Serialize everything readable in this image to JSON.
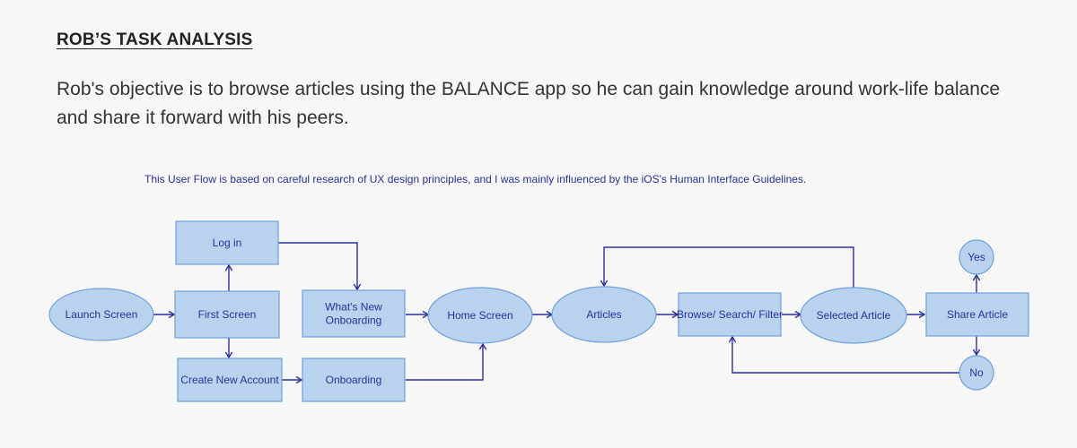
{
  "header": {
    "title": "ROB’S TASK ANALYSIS",
    "objective": "Rob's objective is to browse articles using the BALANCE app so he can gain knowledge around work-life balance and share it forward with his peers."
  },
  "diagram": {
    "note": "This User Flow is based on careful research of UX design principles, and I was mainly influenced by the iOS's Human Interface Guidelines.",
    "colors": {
      "fill": "#b9d3ee",
      "stroke": "#6fa1dc",
      "text": "#2b2f9a",
      "edge": "#2b2f9a"
    },
    "nodes": [
      {
        "id": "launch",
        "shape": "ellipse",
        "label": [
          "Launch Screen"
        ]
      },
      {
        "id": "first",
        "shape": "rect",
        "label": [
          "First Screen"
        ]
      },
      {
        "id": "login",
        "shape": "rect",
        "label": [
          "Log in"
        ]
      },
      {
        "id": "create",
        "shape": "rect",
        "label": [
          "Create New Account"
        ]
      },
      {
        "id": "whatsnew",
        "shape": "rect",
        "label": [
          "What's New",
          "Onboarding"
        ]
      },
      {
        "id": "onboarding",
        "shape": "rect",
        "label": [
          "Onboarding"
        ]
      },
      {
        "id": "home",
        "shape": "ellipse",
        "label": [
          "Home Screen"
        ]
      },
      {
        "id": "articles",
        "shape": "ellipse",
        "label": [
          "Articles"
        ]
      },
      {
        "id": "browse",
        "shape": "rect",
        "label": [
          "Browse/ Search/ Filter"
        ]
      },
      {
        "id": "selected",
        "shape": "ellipse",
        "label": [
          "Selected Article"
        ]
      },
      {
        "id": "share",
        "shape": "rect",
        "label": [
          "Share Article"
        ]
      },
      {
        "id": "yes",
        "shape": "circle",
        "label": [
          "Yes"
        ]
      },
      {
        "id": "no",
        "shape": "circle",
        "label": [
          "No"
        ]
      }
    ],
    "edges": [
      {
        "from": "launch",
        "to": "first"
      },
      {
        "from": "first",
        "to": "login"
      },
      {
        "from": "first",
        "to": "create"
      },
      {
        "from": "login",
        "to": "whatsnew"
      },
      {
        "from": "create",
        "to": "onboarding"
      },
      {
        "from": "whatsnew",
        "to": "home"
      },
      {
        "from": "onboarding",
        "to": "home"
      },
      {
        "from": "home",
        "to": "articles"
      },
      {
        "from": "articles",
        "to": "browse"
      },
      {
        "from": "browse",
        "to": "selected"
      },
      {
        "from": "selected",
        "to": "articles"
      },
      {
        "from": "selected",
        "to": "share"
      },
      {
        "from": "share",
        "to": "yes"
      },
      {
        "from": "share",
        "to": "no"
      },
      {
        "from": "no",
        "to": "browse"
      }
    ]
  }
}
